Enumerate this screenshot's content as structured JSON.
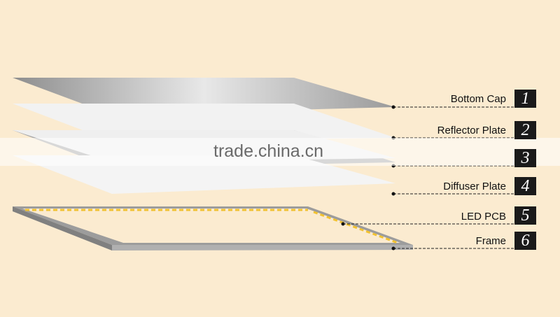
{
  "layers": [
    {
      "number": "1",
      "label": "Bottom Cap"
    },
    {
      "number": "2",
      "label": "Reflector Plate"
    },
    {
      "number": "3",
      "label": ""
    },
    {
      "number": "4",
      "label": "Diffuser Plate"
    },
    {
      "number": "5",
      "label": "LED PCB"
    },
    {
      "number": "6",
      "label": "Frame"
    }
  ],
  "watermark": "trade.china.cn",
  "colors": {
    "background": "#fbebd0",
    "badge": "#1a1a1a",
    "led": "#f2c230"
  }
}
